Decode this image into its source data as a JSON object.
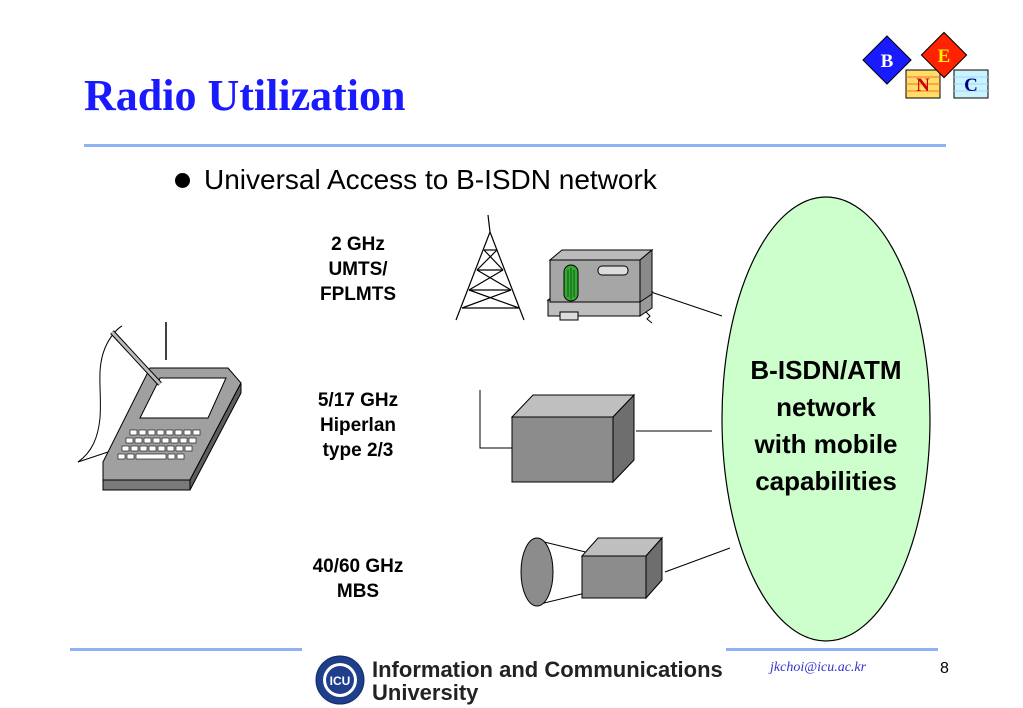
{
  "slide": {
    "title": "Radio Utilization",
    "bullet": "Universal Access to B-ISDN network",
    "links": [
      {
        "lines": [
          "2 GHz",
          "UMTS/",
          "FPLMTS"
        ],
        "icon": "cell-tower-base-station-icon"
      },
      {
        "lines": [
          "5/17 GHz",
          "Hiperlan",
          "type 2/3"
        ],
        "icon": "access-point-box-icon"
      },
      {
        "lines": [
          "40/60 GHz",
          "MBS"
        ],
        "icon": "horn-antenna-icon"
      }
    ],
    "network": {
      "lines": [
        "B-ISDN/ATM",
        "network",
        "with mobile",
        "capabilities"
      ],
      "fill": "#ccffcc"
    },
    "terminal_icon": "handheld-terminal-icon",
    "logo": {
      "letters": [
        "B",
        "N",
        "E",
        "C"
      ],
      "colors": {
        "b_tile": "#1a1aff",
        "e_tile": "#ff2200",
        "n_tile": "#ffdd66",
        "c_tile": "#ccf2ff"
      }
    },
    "footer": {
      "university": [
        "Information and Communications",
        "University"
      ],
      "seal_text": "ICU",
      "email": "jkchoi@icu.ac.kr",
      "page_number": "8"
    },
    "colors": {
      "title": "#1a1aff",
      "rule": "#8fb2f5",
      "email": "#3333cc"
    }
  }
}
